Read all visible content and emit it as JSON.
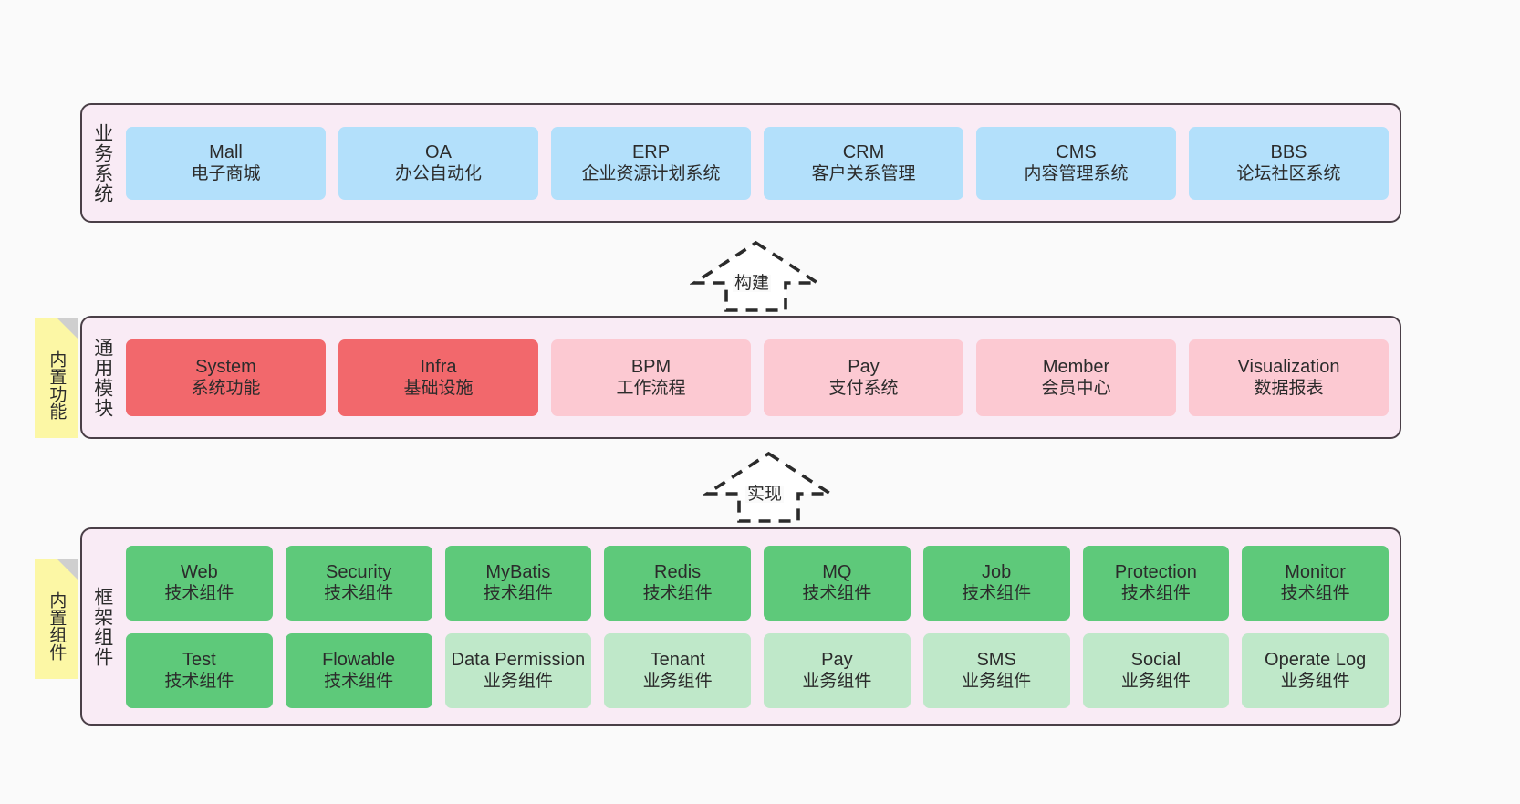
{
  "diagram": {
    "title_layers": [
      "业务系统",
      "通用模块",
      "框架组件"
    ],
    "stickies": [
      {
        "name": "builtin-functions",
        "text": "内置功能"
      },
      {
        "name": "builtin-components",
        "text": "内置组件"
      }
    ],
    "connectors": [
      {
        "name": "build-arrow",
        "label": "构建"
      },
      {
        "name": "implement-arrow",
        "label": "实现"
      }
    ]
  },
  "business_layer": {
    "label": "业务系统",
    "items": [
      {
        "title": "Mall",
        "subtitle": "电子商城",
        "color": "#b3e0fb"
      },
      {
        "title": "OA",
        "subtitle": "办公自动化",
        "color": "#b3e0fb"
      },
      {
        "title": "ERP",
        "subtitle": "企业资源计划系统",
        "color": "#b3e0fb"
      },
      {
        "title": "CRM",
        "subtitle": "客户关系管理",
        "color": "#b3e0fb"
      },
      {
        "title": "CMS",
        "subtitle": "内容管理系统",
        "color": "#b3e0fb"
      },
      {
        "title": "BBS",
        "subtitle": "论坛社区系统",
        "color": "#b3e0fb"
      }
    ]
  },
  "module_layer": {
    "label": "通用模块",
    "sticky": "内置功能",
    "items": [
      {
        "title": "System",
        "subtitle": "系统功能",
        "color": "#f2686c"
      },
      {
        "title": "Infra",
        "subtitle": "基础设施",
        "color": "#f2686c"
      },
      {
        "title": "BPM",
        "subtitle": "工作流程",
        "color": "#fcc9d2"
      },
      {
        "title": "Pay",
        "subtitle": "支付系统",
        "color": "#fcc9d2"
      },
      {
        "title": "Member",
        "subtitle": "会员中心",
        "color": "#fcc9d2"
      },
      {
        "title": "Visualization",
        "subtitle": "数据报表",
        "color": "#fcc9d2"
      }
    ]
  },
  "framework_layer": {
    "label": "框架组件",
    "sticky": "内置组件",
    "row1": [
      {
        "title": "Web",
        "subtitle": "技术组件",
        "color": "#5ec97a"
      },
      {
        "title": "Security",
        "subtitle": "技术组件",
        "color": "#5ec97a"
      },
      {
        "title": "MyBatis",
        "subtitle": "技术组件",
        "color": "#5ec97a"
      },
      {
        "title": "Redis",
        "subtitle": "技术组件",
        "color": "#5ec97a"
      },
      {
        "title": "MQ",
        "subtitle": "技术组件",
        "color": "#5ec97a"
      },
      {
        "title": "Job",
        "subtitle": "技术组件",
        "color": "#5ec97a"
      },
      {
        "title": "Protection",
        "subtitle": "技术组件",
        "color": "#5ec97a"
      },
      {
        "title": "Monitor",
        "subtitle": "技术组件",
        "color": "#5ec97a"
      }
    ],
    "row2": [
      {
        "title": "Test",
        "subtitle": "技术组件",
        "color": "#5ec97a"
      },
      {
        "title": "Flowable",
        "subtitle": "技术组件",
        "color": "#5ec97a"
      },
      {
        "title": "Data Permission",
        "subtitle": "业务组件",
        "color": "#bfe8c9"
      },
      {
        "title": "Tenant",
        "subtitle": "业务组件",
        "color": "#bfe8c9"
      },
      {
        "title": "Pay",
        "subtitle": "业务组件",
        "color": "#bfe8c9"
      },
      {
        "title": "SMS",
        "subtitle": "业务组件",
        "color": "#bfe8c9"
      },
      {
        "title": "Social",
        "subtitle": "业务组件",
        "color": "#bfe8c9"
      },
      {
        "title": "Operate Log",
        "subtitle": "业务组件",
        "color": "#bfe8c9"
      }
    ]
  },
  "palette": {
    "background": "#fafafa",
    "band_fill": "#f9ebf5",
    "band_border": "#4a3f47",
    "sticky_fill": "#fcf7a5",
    "sticky_fold": "#cfcfcf",
    "text": "#2b2b2b"
  }
}
